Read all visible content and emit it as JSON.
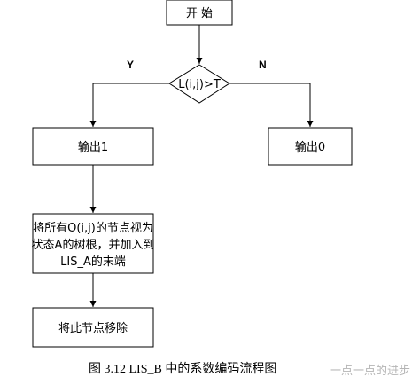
{
  "nodes": {
    "start": "开 始",
    "decision": "L(i,j)>T",
    "output_one": "输出1",
    "output_zero": "输出0",
    "mark_lines": [
      "将所有O(i,j)的节点视为",
      "状态A的树根，并加入到",
      "LIS_A的末端"
    ],
    "remove": "将此节点移除"
  },
  "branches": {
    "yes": "Y",
    "no": "N"
  },
  "caption": "图 3.12 LIS_B 中的系数编码流程图",
  "watermark": "一点一点的进步"
}
